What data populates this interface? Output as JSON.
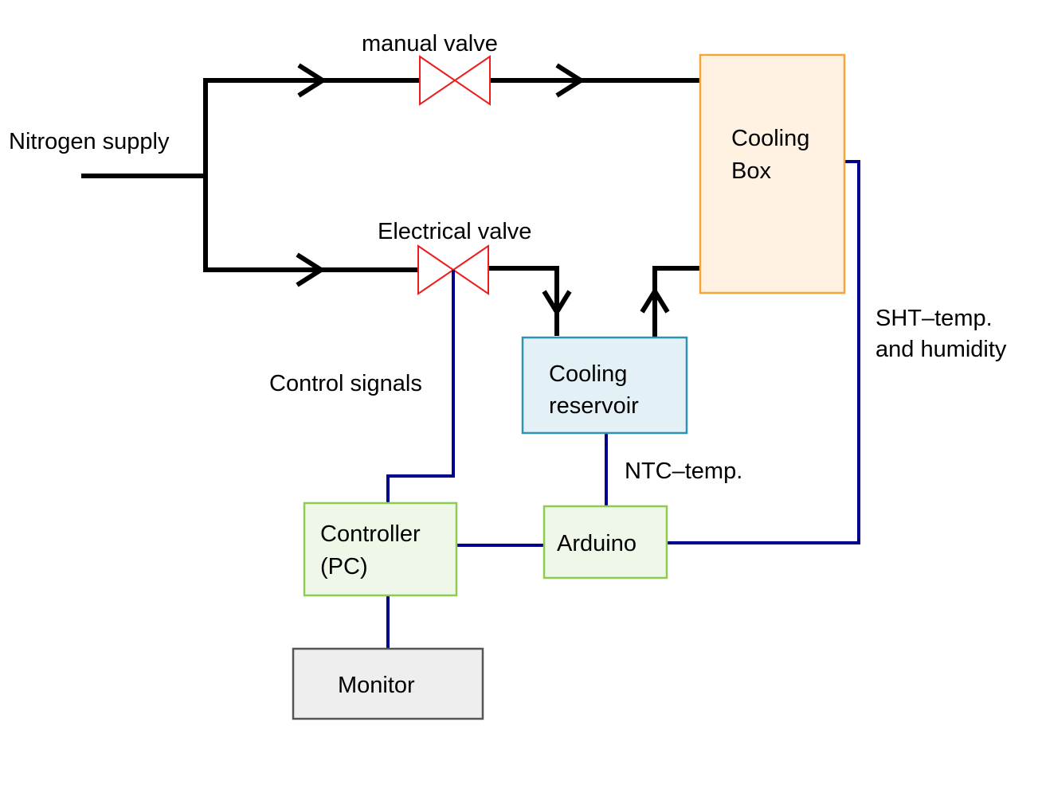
{
  "labels": {
    "nitrogen_supply": "Nitrogen supply",
    "manual_valve": "manual valve",
    "electrical_valve": "Electrical valve",
    "control_signals": "Control signals",
    "ntc_temp": "NTC–temp.",
    "sht_line1": "SHT–temp.",
    "sht_line2": "and humidity"
  },
  "boxes": {
    "cooling_box": {
      "line1": "Cooling",
      "line2": "Box",
      "fill": "#fff2e3",
      "stroke": "#f5a63a"
    },
    "cooling_reservoir": {
      "line1": "Cooling",
      "line2": "reservoir",
      "fill": "#e3f1f6",
      "stroke": "#2f92b0"
    },
    "controller": {
      "line1": "Controller",
      "line2": "(PC)",
      "fill": "#eff7e9",
      "stroke": "#8dcc4e"
    },
    "arduino": {
      "line1": "Arduino",
      "fill": "#eff7e9",
      "stroke": "#8dcc4e"
    },
    "monitor": {
      "line1": "Monitor",
      "fill": "#eeeeee",
      "stroke": "#555555"
    }
  },
  "colors": {
    "pipe": "#000000",
    "signal": "#00008b",
    "valve": "#ee1c1c"
  }
}
